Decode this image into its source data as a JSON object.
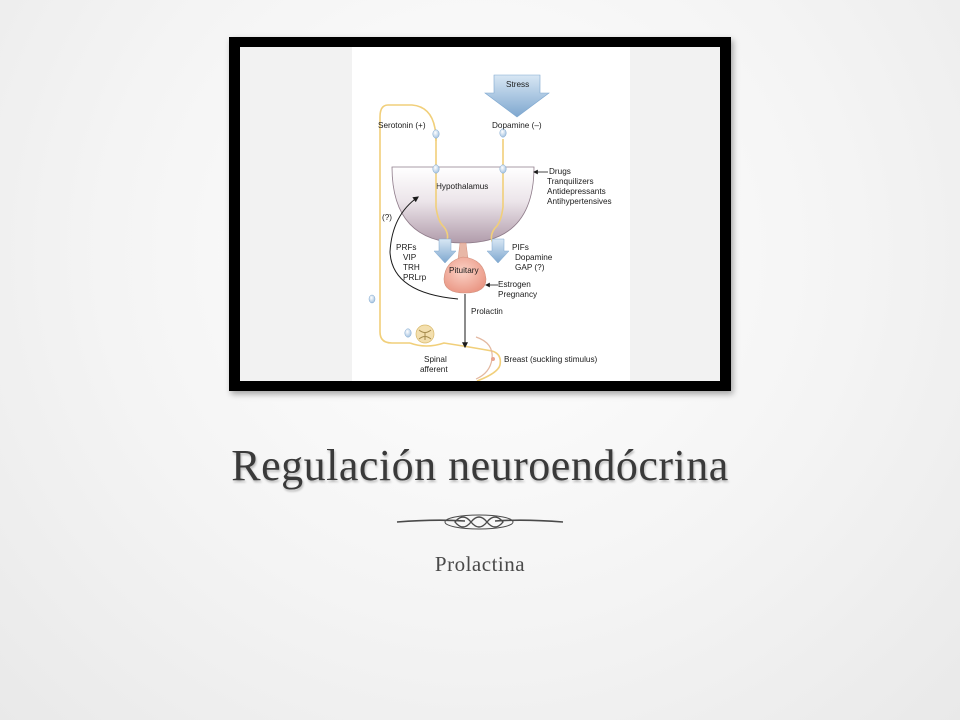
{
  "slide": {
    "title": "Regulación neuroendócrina",
    "subtitle": "Prolactina"
  },
  "diagram": {
    "stress": "Stress",
    "serotonin": "Serotonin (+)",
    "dopamine": "Dopamine (–)",
    "hypothalamus": "Hypothalamus",
    "drugs": [
      "Drugs",
      "Tranquilizers",
      "Antidepressants",
      "Antihypertensives"
    ],
    "unknown": "(?)",
    "prfs": [
      "PRFs",
      "VIP",
      "TRH",
      "PRLrp"
    ],
    "pifs": [
      "PIFs",
      "Dopamine",
      "GAP (?)"
    ],
    "pituitary": "Pituitary",
    "estrogen": [
      "Estrogen",
      "Pregnancy"
    ],
    "prolactin": "Prolactin",
    "spinal": [
      "Spinal",
      "afferent"
    ],
    "breast": "Breast (suckling stimulus)"
  },
  "colors": {
    "hypothalamus_top": "#ffffff",
    "hypothalamus_bottom": "#b8a3b2",
    "pituitary": "#f0a898",
    "nerve": "#f1cf7a",
    "stress_arrow": "#8fb6d8",
    "node": "#bcd3ea"
  }
}
